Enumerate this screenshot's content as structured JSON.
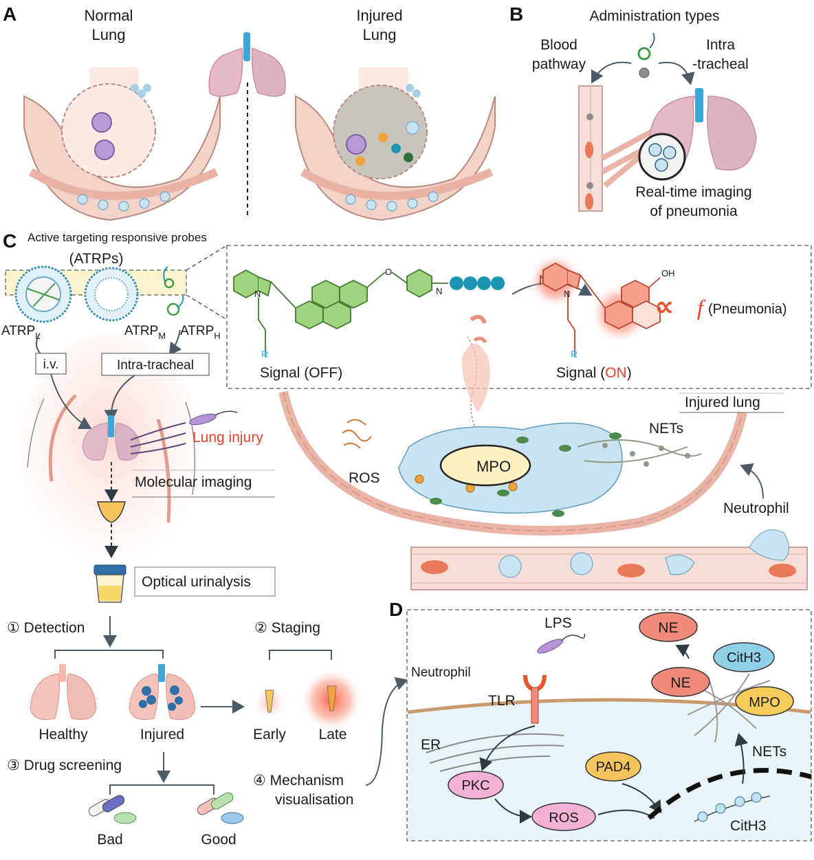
{
  "panels": {
    "a": "A",
    "b": "B",
    "c": "C",
    "d": "D"
  },
  "panel_a": {
    "normal_line1": "Normal",
    "normal_line2": "Lung",
    "injured_line1": "Injured",
    "injured_line2": "Lung"
  },
  "panel_b": {
    "title": "Administration types",
    "blood_line1": "Blood",
    "blood_line2": "pathway",
    "intra_line1": "Intra",
    "intra_line2": "-tracheal",
    "imaging_line1": "Real-time imaging",
    "imaging_line2": "of pneumonia"
  },
  "panel_c": {
    "title": "Active targeting responsive probes",
    "atrps": "(ATRPs)",
    "atrp_l": "ATRP",
    "atrp_l_sub": "L",
    "atrp_m": "ATRP",
    "atrp_m_sub": "M",
    "atrp_h": "ATRP",
    "atrp_h_sub": "H",
    "iv": "i.v.",
    "intratracheal": "Intra-tracheal",
    "lung_injury": "Lung injury",
    "molecular_imaging": "Molecular imaging",
    "optical_urinalysis": "Optical urinalysis",
    "detection": "① Detection",
    "staging": "② Staging",
    "drug_screening": "③ Drug screening",
    "mechanism_line1": "④ Mechanism",
    "mechanism_line2": "visualisation",
    "healthy": "Healthy",
    "injured": "Injured",
    "early": "Early",
    "late": "Late",
    "bad": "Bad",
    "good": "Good",
    "ne": "NE",
    "signal_off": "Signal (OFF)",
    "signal_on_prefix": "Signal (",
    "signal_on_word": "ON",
    "signal_on_suffix": ")",
    "proportional_f": "f",
    "pneumonia": "(Pneumonia)",
    "injured_lung": "Injured lung",
    "nets": "NETs",
    "mpo": "MPO",
    "ros": "ROS",
    "neutrophil": "Neutrophil",
    "r_group": "R",
    "oh_group": "OH",
    "n_atom": "N",
    "o_atom": "O",
    "nh_atom": "N"
  },
  "panel_d": {
    "lps": "LPS",
    "neutrophil": "Neutrophil",
    "tlr": "TLR",
    "er": "ER",
    "pkc": "PKC",
    "ros": "ROS",
    "pad4": "PAD4",
    "cith3_chrom": "CitH3",
    "ne_top": "NE",
    "cith3": "CitH3",
    "ne_mid": "NE",
    "mpo": "MPO",
    "nets": "NETs"
  },
  "colors": {
    "alveolus_wall": "#f3d2c8",
    "cell_border": "#b98a80",
    "lung_pink": "#e7b8c9",
    "trachea_blue": "#3aa7d8",
    "signal_on_red": "#e4412b",
    "probe_green": "#7fc05a",
    "peptide_teal": "#1d95b2",
    "neutrophil_blue": "#c9e3f1",
    "nucleus_yellow": "#fbf1c2",
    "net_gray": "#8f9a86",
    "ne_bubble": "#f08a7a",
    "cith3_bubble": "#8fd0e6",
    "mpo_bubble": "#f6cc5a",
    "pkc_bubble": "#f2b2d6",
    "pad4_bubble": "#f6c45c",
    "ros_bubble": "#f2b2d6"
  }
}
